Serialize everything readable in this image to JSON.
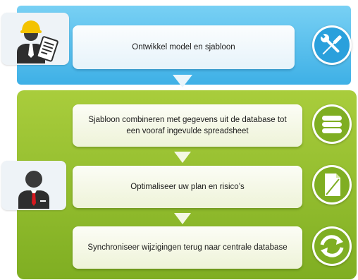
{
  "steps": {
    "step1": "Ontwikkel model en sjabloon",
    "step2": "Sjabloon combineren met gegevens uit de database tot een vooraf ingevulde spreadsheet",
    "step3": "Optimaliseer uw plan en risico’s",
    "step4": "Synchroniseer wijzigingen terug naar centrale database"
  },
  "icons": {
    "developer": "engineer-icon",
    "tools": "wrench-screwdriver-icon",
    "database": "database-icon",
    "spreadsheet": "document-icon",
    "manager": "businessman-icon",
    "sync": "sync-icon"
  },
  "colors": {
    "top_band": "#3eb0e6",
    "green_panel": "#8ab82a",
    "icon_blue": "#2aa0dc",
    "icon_green": "#7fae22"
  }
}
